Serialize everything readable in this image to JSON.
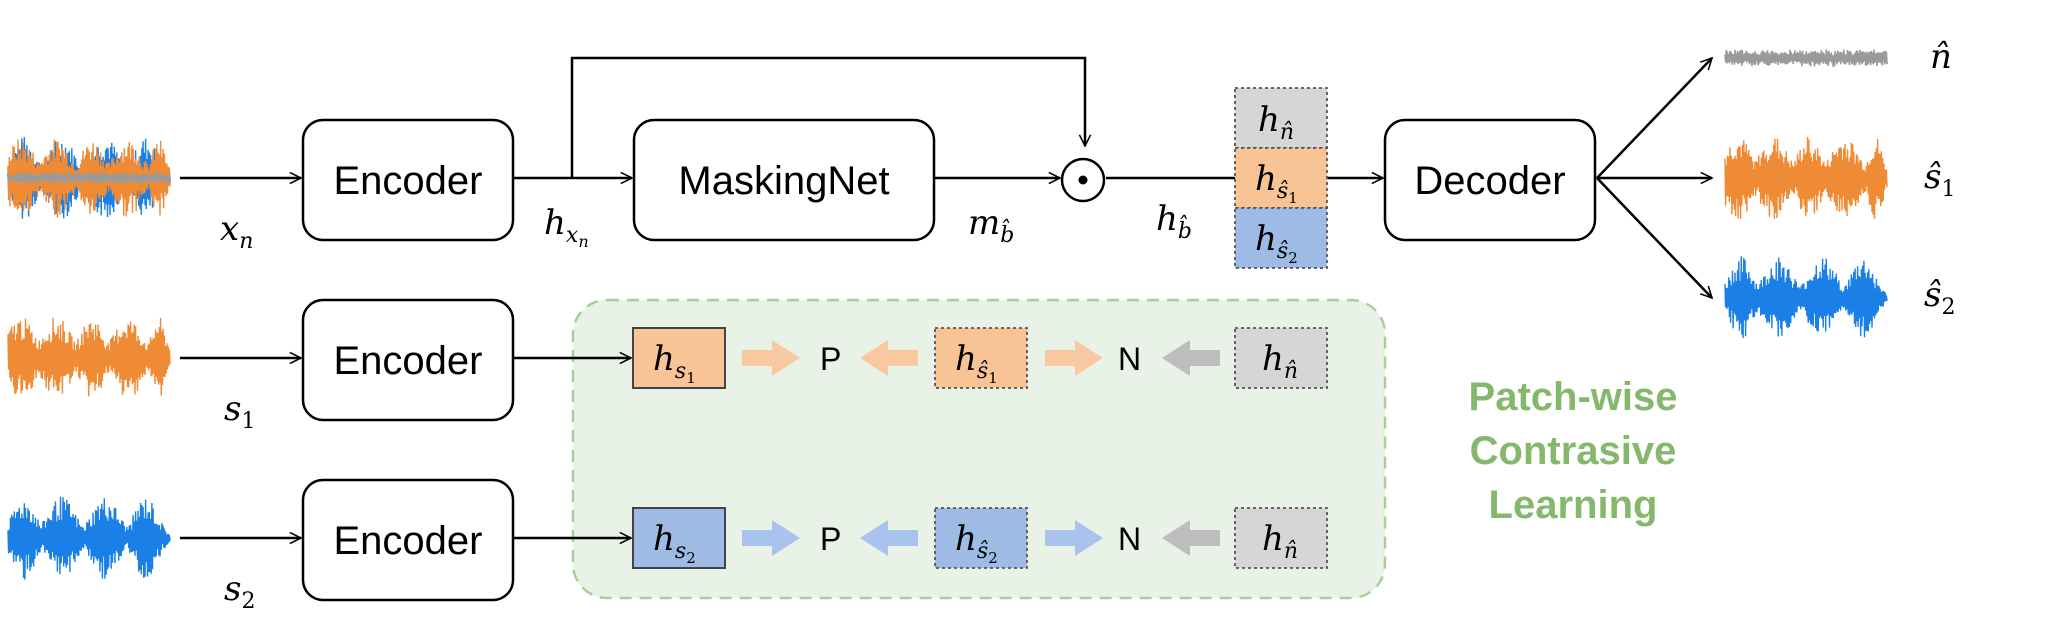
{
  "colors": {
    "noise": "#9a9a9a",
    "s1": "#ef8a35",
    "s2": "#1a7fe6",
    "s1_fill": "#f8c495",
    "s2_fill": "#9ebbe5",
    "noise_fill": "#d6d6d6",
    "contrast_bg": "#e9f2e6",
    "contrast_border": "#a8cf98",
    "contrast_text": "#86b86c",
    "arrow_orange": "#f8c9a0",
    "arrow_blue": "#a9c3ee",
    "arrow_gray": "#bdbdbd"
  },
  "blocks": {
    "encoder_top": "Encoder",
    "masking_net": "MaskingNet",
    "decoder": "Decoder",
    "encoder_s1": "Encoder",
    "encoder_s2": "Encoder"
  },
  "labels": {
    "x_n": {
      "base": "x",
      "sub": "n"
    },
    "h_xn": {
      "base": "h",
      "sub": "x",
      "subsub": "n"
    },
    "m_b": {
      "base": "m",
      "sub": "b̂"
    },
    "h_b": {
      "base": "h",
      "sub": "b̂"
    },
    "s1": {
      "base": "s",
      "sub": "1"
    },
    "s2": {
      "base": "s",
      "sub": "2"
    },
    "out_n": "n̂",
    "out_s1": {
      "base": "ŝ",
      "sub": "1"
    },
    "out_s2": {
      "base": "ŝ",
      "sub": "2"
    },
    "odot": "⊙"
  },
  "stack": {
    "h_n": {
      "base": "h",
      "sub": "n̂"
    },
    "h_s1": {
      "base": "h",
      "sub": "ŝ",
      "subsub": "1"
    },
    "h_s2": {
      "base": "h",
      "sub": "ŝ",
      "subsub": "2"
    }
  },
  "contrastive": {
    "title_line1": "Patch-wise",
    "title_line2": "Contrasive",
    "title_line3": "Learning",
    "row1": {
      "anchor": {
        "base": "h",
        "sub": "s",
        "subsub": "1"
      },
      "positive": {
        "base": "h",
        "sub": "ŝ",
        "subsub": "1"
      },
      "negative": {
        "base": "h",
        "sub": "n̂"
      },
      "p": "P",
      "n": "N"
    },
    "row2": {
      "anchor": {
        "base": "h",
        "sub": "s",
        "subsub": "2"
      },
      "positive": {
        "base": "h",
        "sub": "ŝ",
        "subsub": "2"
      },
      "negative": {
        "base": "h",
        "sub": "n̂"
      },
      "p": "P",
      "n": "N"
    }
  }
}
